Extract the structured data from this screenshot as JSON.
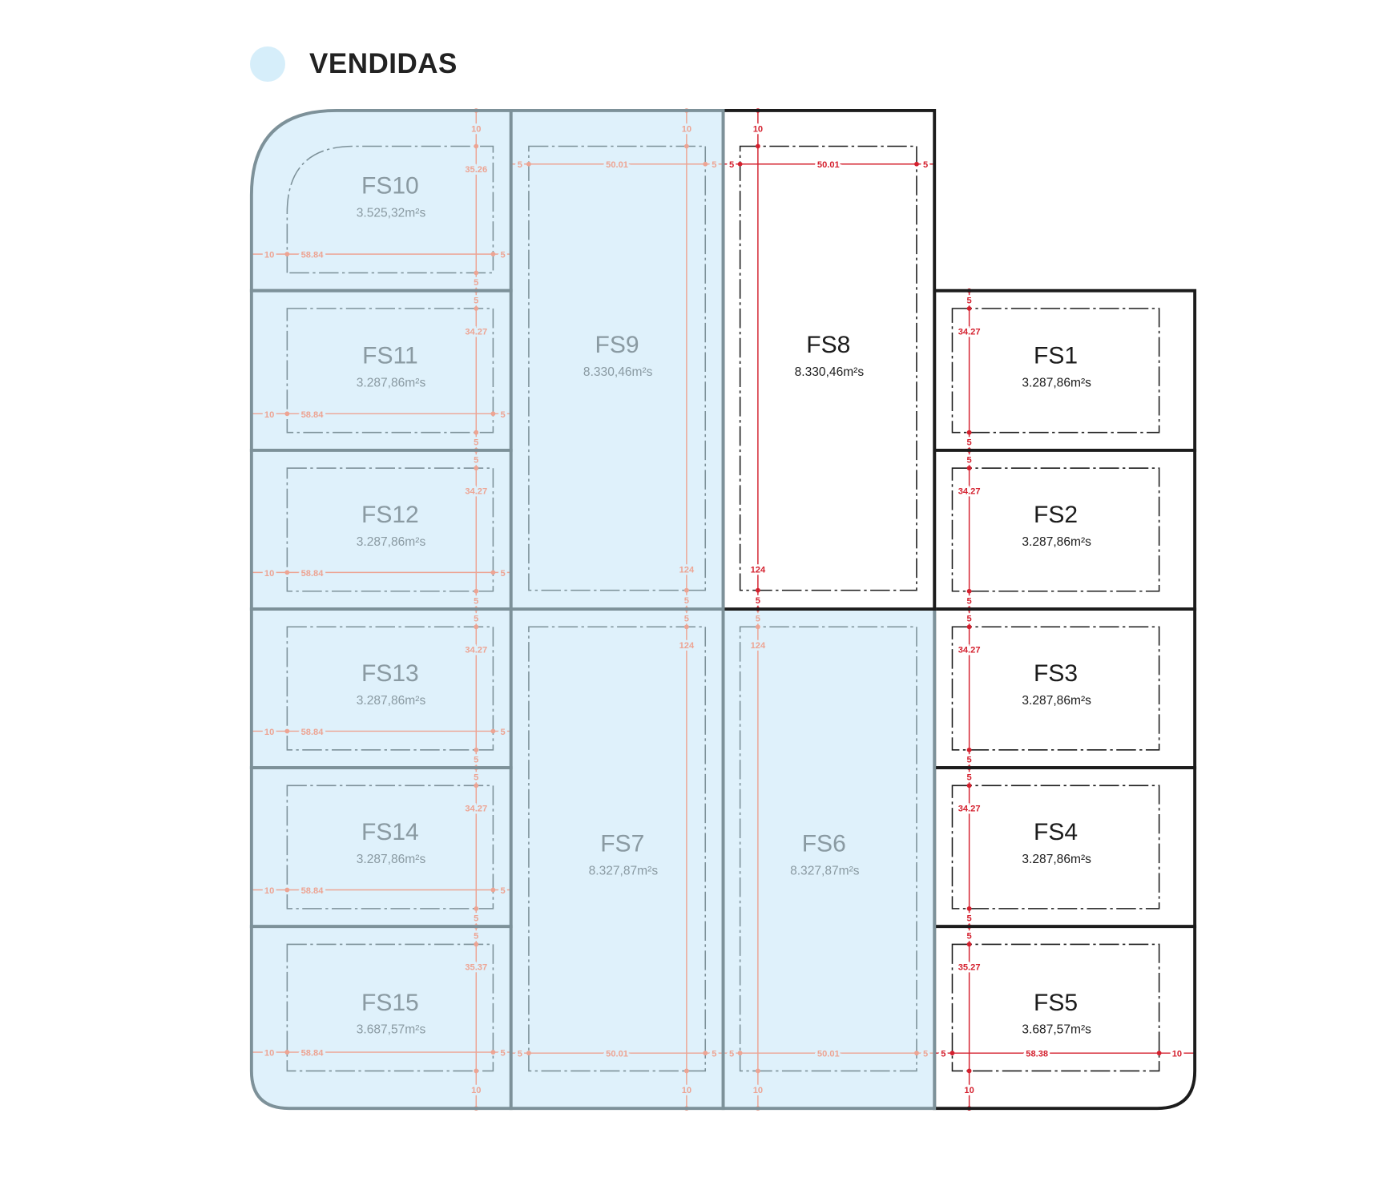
{
  "legend": {
    "label": "VENDIDAS",
    "color": "#d6eefa"
  },
  "colors": {
    "sold_fill": "#dff1fb",
    "sold_border": "#7d9199",
    "sold_text": "#8a9aa2",
    "sold_dim": "#eda493",
    "available_fill": "#ffffff",
    "available_border": "#1c1c1c",
    "available_text": "#1c1c1c",
    "available_dim": "#d4202e"
  },
  "lots": [
    {
      "id": "FS1",
      "area": "3.287,86m²s",
      "status": "available",
      "dims": {
        "top": "5",
        "height": "34.27",
        "bottom": "5"
      }
    },
    {
      "id": "FS2",
      "area": "3.287,86m²s",
      "status": "available",
      "dims": {
        "top": "5",
        "height": "34.27",
        "bottom": "5"
      }
    },
    {
      "id": "FS3",
      "area": "3.287,86m²s",
      "status": "available",
      "dims": {
        "top": "5",
        "height": "34.27",
        "bottom": "5"
      }
    },
    {
      "id": "FS4",
      "area": "3.287,86m²s",
      "status": "available",
      "dims": {
        "top": "5",
        "height": "34.27",
        "bottom": "5"
      }
    },
    {
      "id": "FS5",
      "area": "3.687,57m²s",
      "status": "available",
      "dims": {
        "top": "5",
        "height": "35.27",
        "bottom": "10",
        "left": "5",
        "width": "58.38",
        "right": "10"
      }
    },
    {
      "id": "FS6",
      "area": "8.327,87m²s",
      "status": "sold",
      "dims": {
        "top": "5",
        "height": "124",
        "bottom": "10",
        "left": "5",
        "width": "50.01",
        "right": "5"
      }
    },
    {
      "id": "FS7",
      "area": "8.327,87m²s",
      "status": "sold",
      "dims": {
        "top": "5",
        "height": "124",
        "bottom": "10",
        "left": "5",
        "width": "50.01",
        "right": "5"
      }
    },
    {
      "id": "FS8",
      "area": "8.330,46m²s",
      "status": "available",
      "dims": {
        "top": "10",
        "height": "124",
        "bottom": "5",
        "left": "5",
        "width": "50.01",
        "right": "5"
      }
    },
    {
      "id": "FS9",
      "area": "8.330,46m²s",
      "status": "sold",
      "dims": {
        "top": "10",
        "height": "124",
        "bottom": "5",
        "left": "5",
        "width": "50.01",
        "right": "5"
      }
    },
    {
      "id": "FS10",
      "area": "3.525,32m²s",
      "status": "sold",
      "dims": {
        "top": "10",
        "height": "35.26",
        "bottom": "5",
        "left": "10",
        "width": "58.84",
        "right": "5"
      }
    },
    {
      "id": "FS11",
      "area": "3.287,86m²s",
      "status": "sold",
      "dims": {
        "top": "5",
        "height": "34.27",
        "bottom": "5",
        "left": "10",
        "width": "58.84",
        "right": "5"
      }
    },
    {
      "id": "FS12",
      "area": "3.287,86m²s",
      "status": "sold",
      "dims": {
        "top": "5",
        "height": "34.27",
        "bottom": "5",
        "left": "10",
        "width": "58.84",
        "right": "5"
      }
    },
    {
      "id": "FS13",
      "area": "3.287,86m²s",
      "status": "sold",
      "dims": {
        "top": "5",
        "height": "34.27",
        "bottom": "5",
        "left": "10",
        "width": "58.84",
        "right": "5"
      }
    },
    {
      "id": "FS14",
      "area": "3.287,86m²s",
      "status": "sold",
      "dims": {
        "top": "5",
        "height": "34.27",
        "bottom": "5",
        "left": "10",
        "width": "58.84",
        "right": "5"
      }
    },
    {
      "id": "FS15",
      "area": "3.687,57m²s",
      "status": "sold",
      "dims": {
        "top": "5",
        "height": "35.37",
        "bottom": "10",
        "left": "10",
        "width": "58.84",
        "right": "5"
      }
    }
  ]
}
